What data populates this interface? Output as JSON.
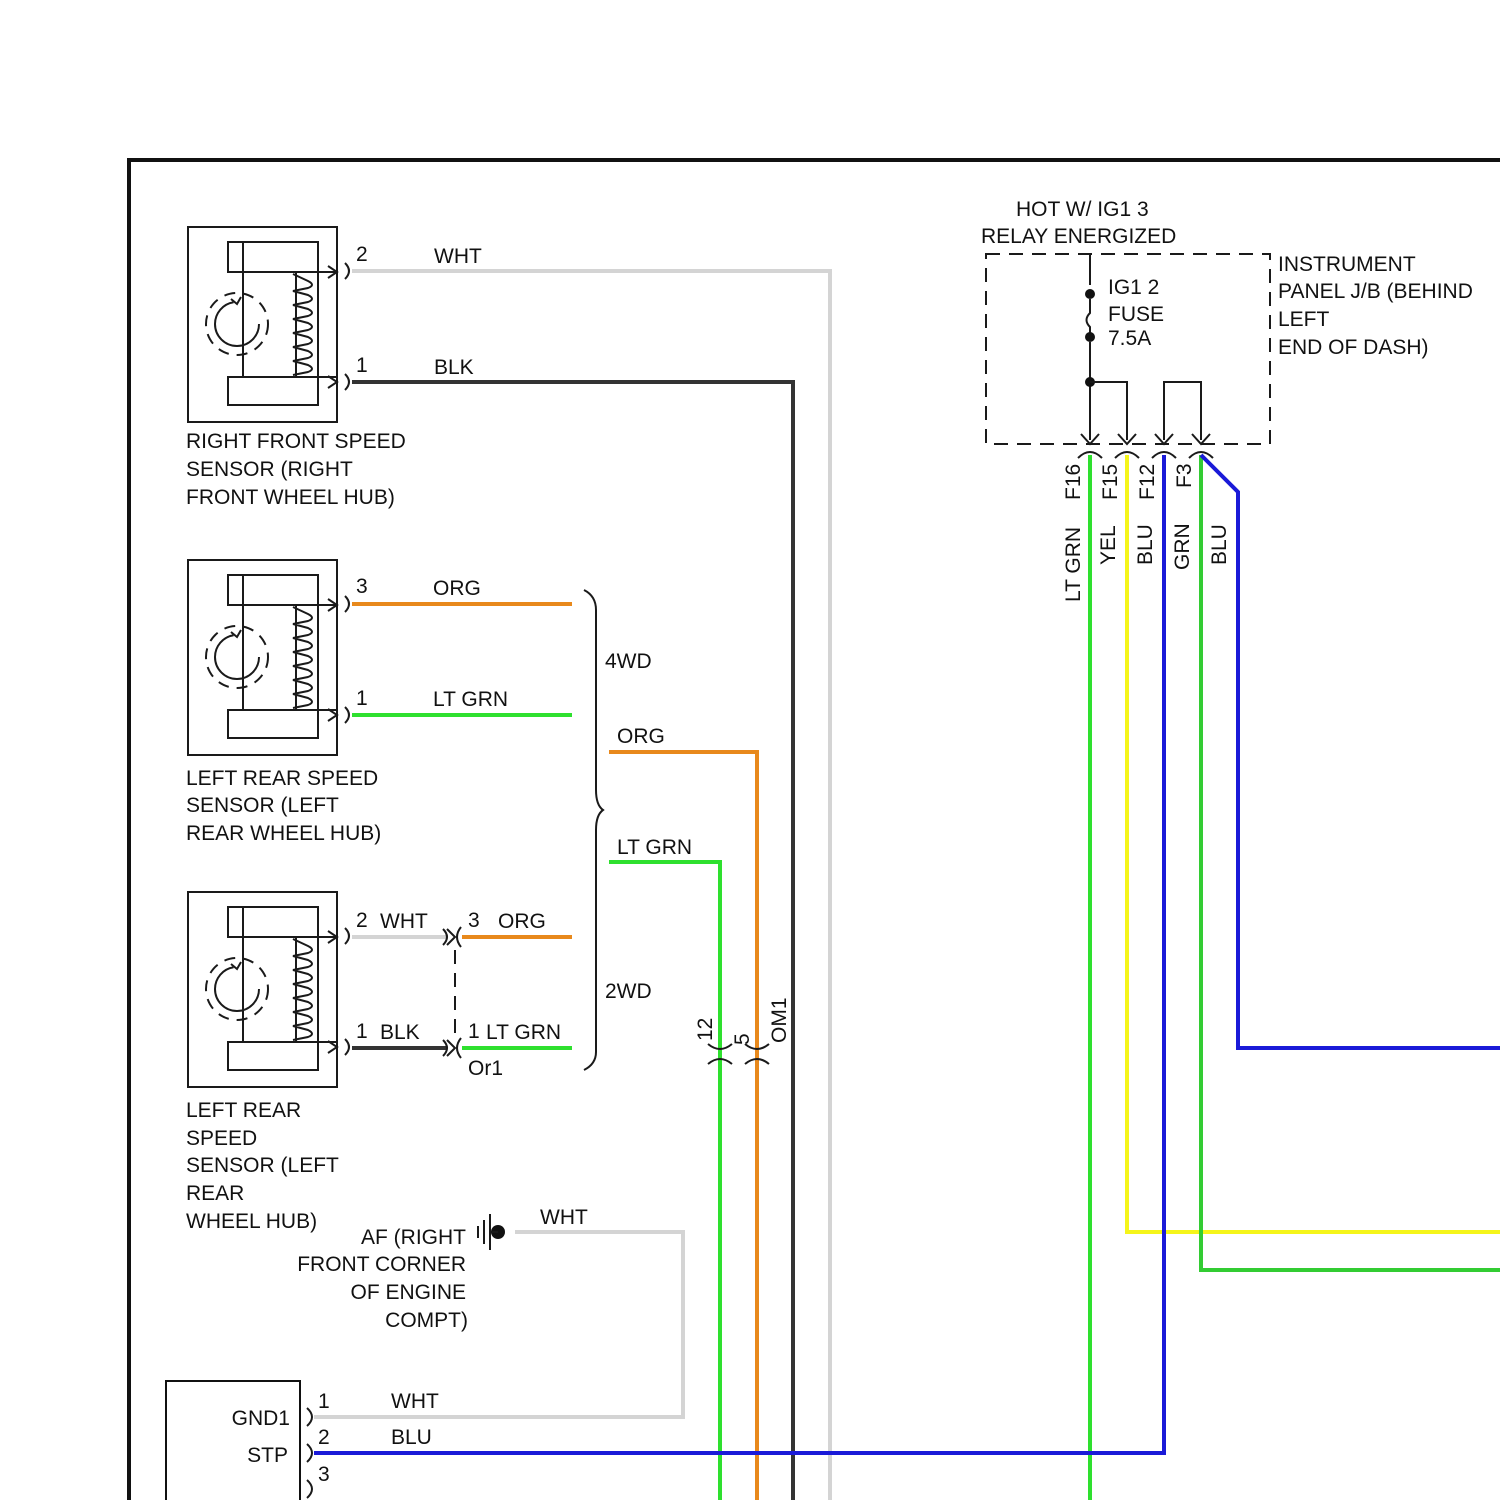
{
  "colors": {
    "wht": "#d4d4d4",
    "blk": "#333333",
    "org": "#e8891c",
    "ltgrn": "#2ee02e",
    "yel": "#f5f51a",
    "blu": "#1a1ad8",
    "grn": "#33cc33",
    "line": "#1a1a1a"
  },
  "fuse_box": {
    "hot_line1": "HOT W/ IG1 3",
    "hot_line2": "RELAY ENERGIZED",
    "fuse_line1": "IG1 2",
    "fuse_line2": "FUSE",
    "fuse_line3": "7.5A",
    "panel_line1": "INSTRUMENT",
    "panel_line2": "PANEL J/B (BEHIND",
    "panel_line3": "LEFT",
    "panel_line4": "END OF DASH)",
    "terminals": [
      "F16",
      "F15",
      "F12",
      "F3"
    ],
    "wire_colors": [
      "LT GRN",
      "YEL",
      "BLU",
      "GRN",
      "BLU"
    ]
  },
  "sensor_rf": {
    "label_line1": "RIGHT FRONT SPEED",
    "label_line2": "SENSOR (RIGHT",
    "label_line3": "FRONT WHEEL HUB)",
    "pin_top": "2",
    "pin_bottom": "1",
    "wire_top": "WHT",
    "wire_bottom": "BLK"
  },
  "sensor_lr_4wd": {
    "label_line1": "LEFT REAR SPEED",
    "label_line2": "SENSOR (LEFT",
    "label_line3": "REAR WHEEL HUB)",
    "pin_top": "3",
    "pin_bottom": "1",
    "wire_top": "ORG",
    "wire_bottom": "LT GRN"
  },
  "sensor_lr_2wd": {
    "label_line1": "LEFT REAR",
    "label_line2": "SPEED",
    "label_line3": "SENSOR (LEFT",
    "label_line4": "REAR",
    "label_line5": "WHEEL HUB)",
    "pin_top": "2",
    "pin_bottom": "1",
    "wire_top": "WHT",
    "wire_bottom": "BLK",
    "conn_pin_top": "3",
    "conn_pin_bottom": "1",
    "conn_wire_top": "ORG",
    "conn_wire_bottom": "LT GRN",
    "conn_name": "Or1"
  },
  "brace": {
    "label_4wd": "4WD",
    "label_2wd": "2WD",
    "out_org": "ORG",
    "out_ltgrn": "LT GRN"
  },
  "om1": {
    "name": "OM1",
    "pin_a": "12",
    "pin_b": "5"
  },
  "ground": {
    "label_line1": "AF (RIGHT",
    "label_line2": "FRONT CORNER",
    "label_line3": "OF ENGINE",
    "label_line4": "COMPT)",
    "wire": "WHT"
  },
  "module": {
    "pin1_name": "GND1",
    "pin2_name": "STP",
    "pin1": "1",
    "pin2": "2",
    "pin3": "3",
    "wire1": "WHT",
    "wire2": "BLU"
  }
}
